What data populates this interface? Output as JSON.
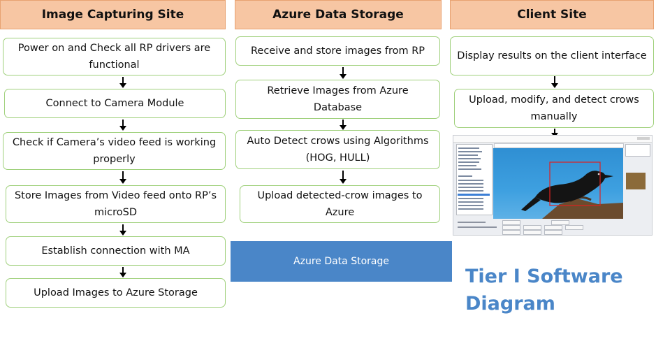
{
  "columns": {
    "capture": {
      "header": "Image Capturing Site",
      "steps": [
        "Power on and Check all RP drivers are functional",
        "Connect to Camera Module",
        "Check if Camera’s video feed is working properly",
        "Store Images from Video feed onto RP’s microSD",
        "Establish connection with MA",
        "Upload Images to Azure Storage"
      ]
    },
    "storage": {
      "header": "Azure Data Storage",
      "steps": [
        "Receive and store images from RP",
        "Retrieve Images from Azure Database",
        "Auto Detect crows using Algorithms (HOG, HULL)",
        "Upload detected-crow images to Azure"
      ],
      "block_label": "Azure Data Storage"
    },
    "client": {
      "header": "Client Site",
      "steps": [
        "Display results on the client interface",
        "Upload, modify, and detect crows manually"
      ]
    }
  },
  "diagram_title": "Tier I Software Diagram",
  "colors": {
    "header_fill": "#f7c6a3",
    "step_border": "#9fd07b",
    "storage_block": "#4a86c8",
    "title_text": "#4a86c8"
  },
  "app_screenshot": {
    "description_icon": "crow-detection-app-screenshot"
  }
}
